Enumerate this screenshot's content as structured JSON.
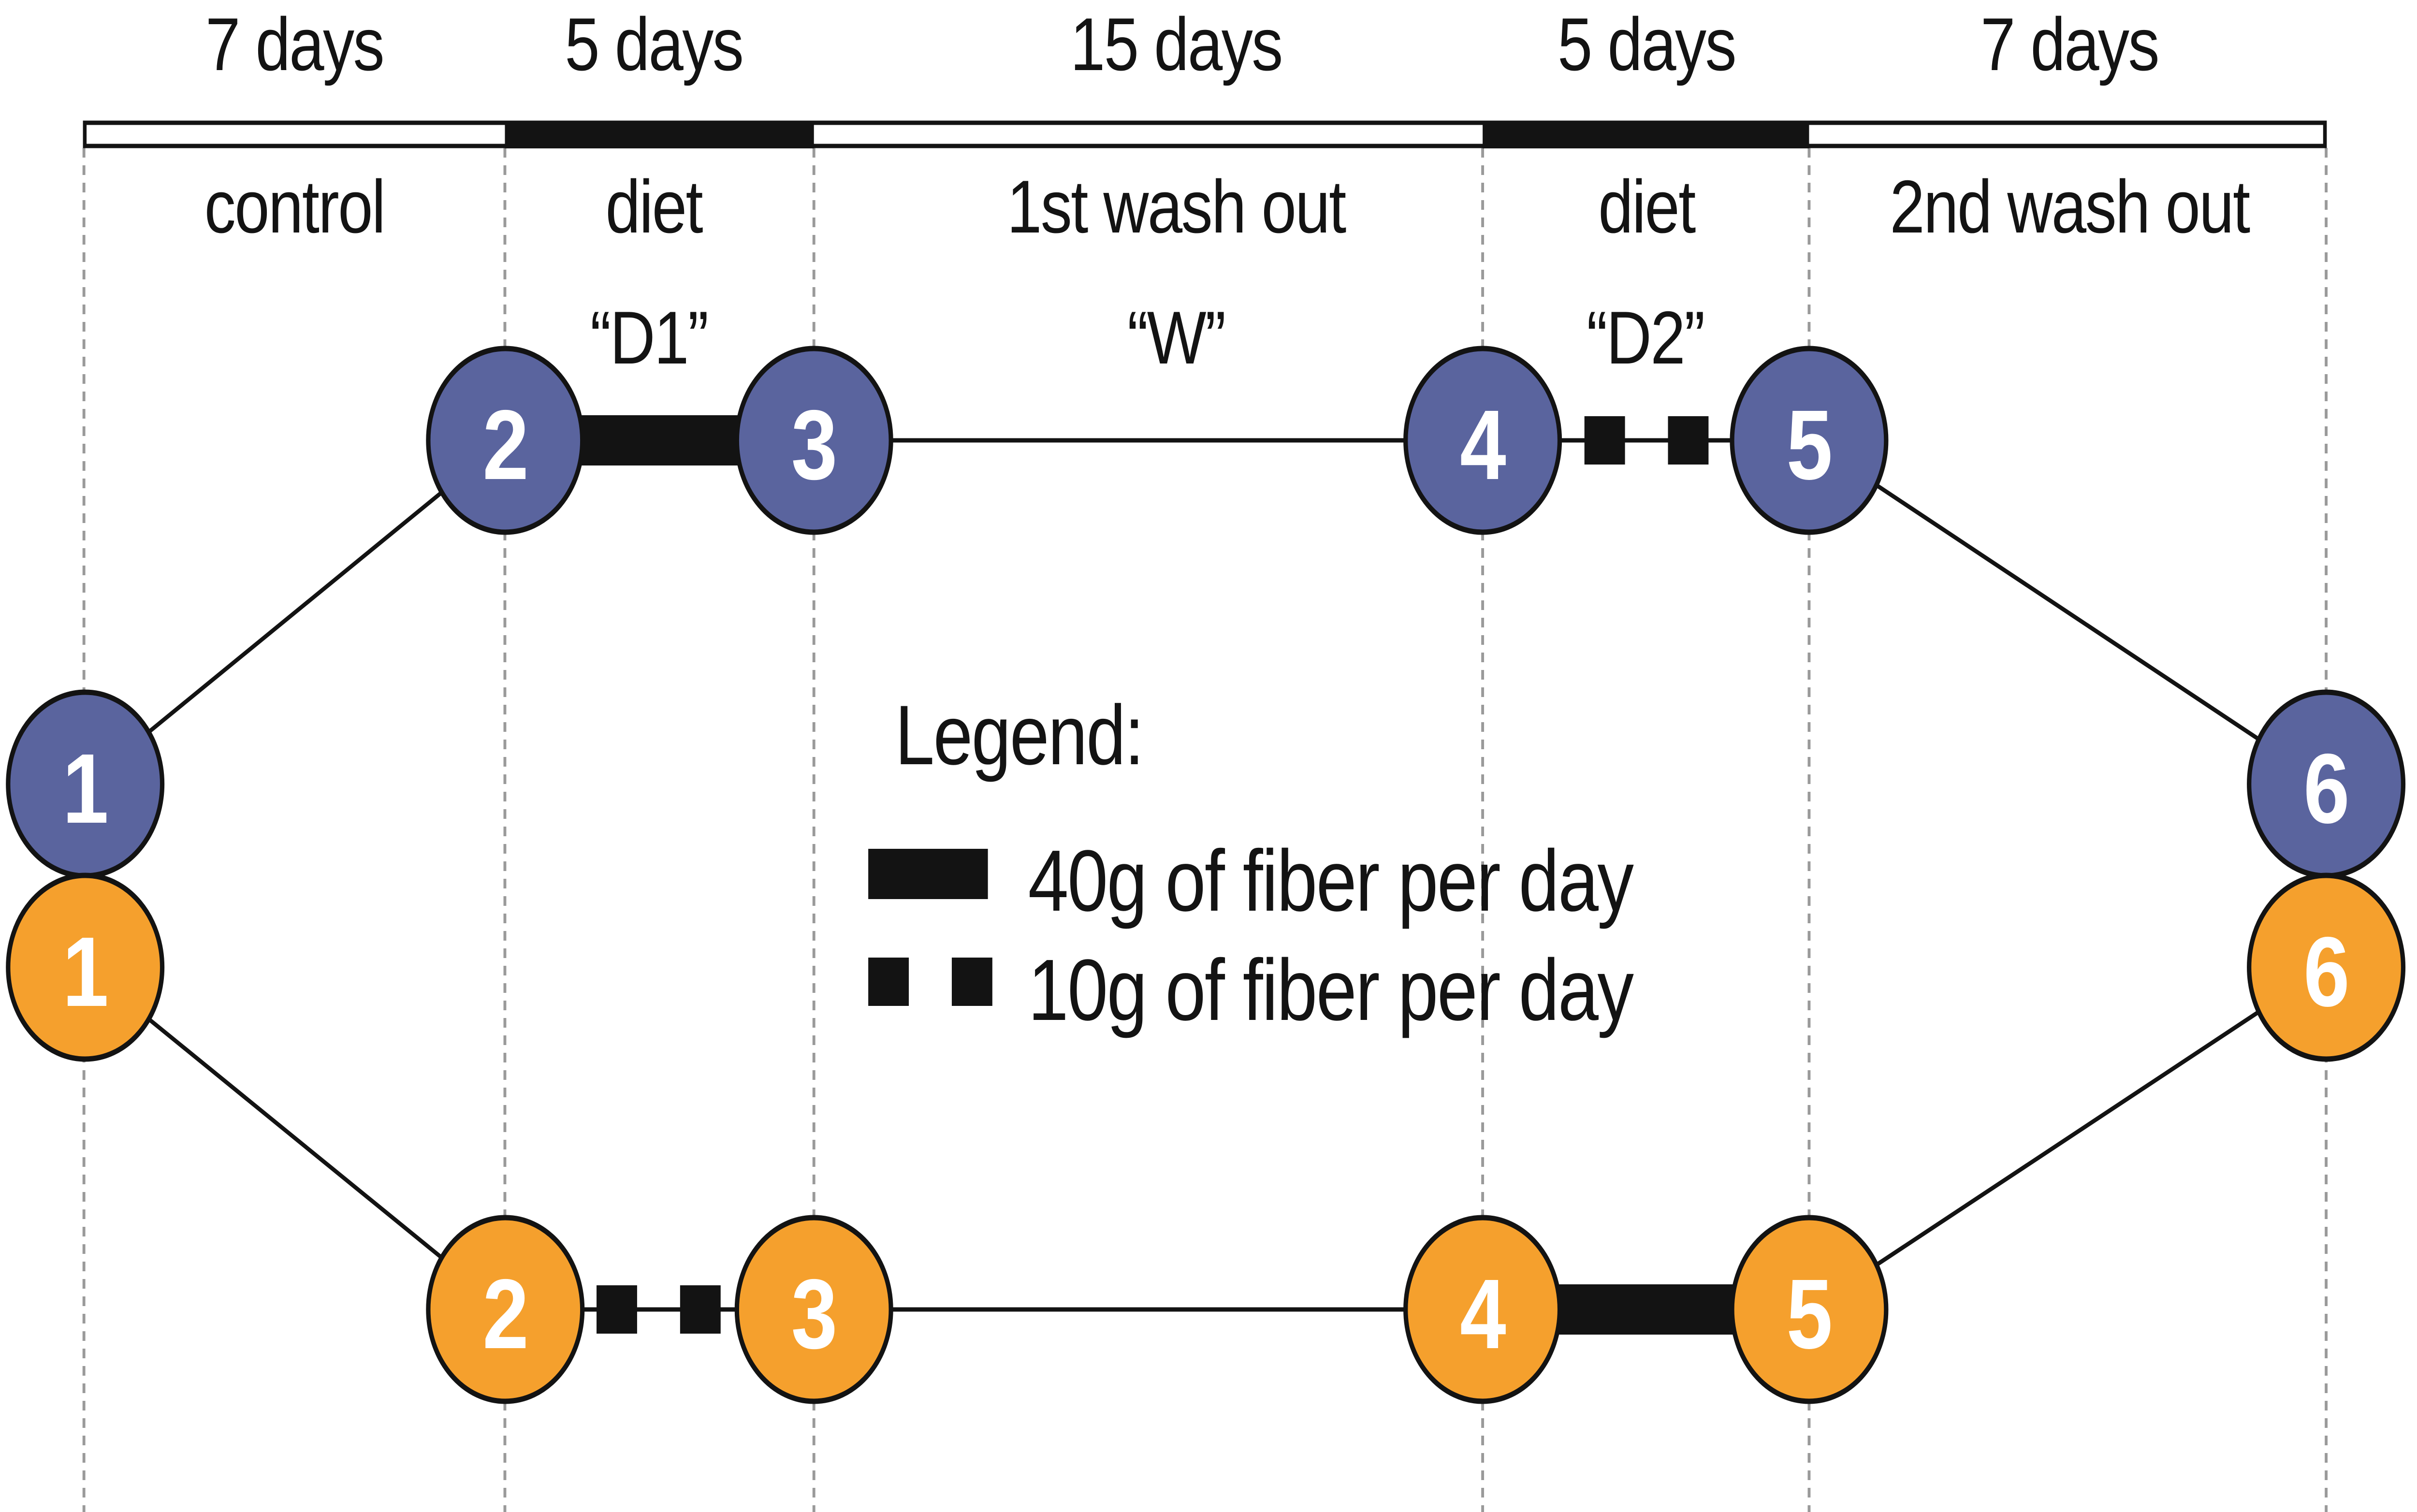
{
  "timeline": {
    "periods": [
      {
        "duration": "7 days",
        "phase": "control",
        "code": ""
      },
      {
        "duration": "5 days",
        "phase": "diet",
        "code": "“D1”"
      },
      {
        "duration": "15 days",
        "phase": "1st wash out",
        "code": "“W”"
      },
      {
        "duration": "5 days",
        "phase": "diet",
        "code": "“D2”"
      },
      {
        "duration": "7 days",
        "phase": "2nd wash out",
        "code": ""
      }
    ]
  },
  "legend": {
    "title": "Legend:",
    "items": [
      {
        "label": "40g of fiber per day",
        "swatch": "solid-bar"
      },
      {
        "label": "10g of fiber per day",
        "swatch": "two-squares"
      }
    ]
  },
  "arms": {
    "blue": {
      "color": "#5A649E",
      "nodes": [
        "1",
        "2",
        "3",
        "4",
        "5",
        "6"
      ]
    },
    "orange": {
      "color": "#F5A02D",
      "nodes": [
        "1",
        "2",
        "3",
        "4",
        "5",
        "6"
      ]
    }
  },
  "styles": {
    "line_color": "#131313",
    "gridline_color": "#9A9A9A",
    "number_color": "#FFFFFF",
    "bar_fill": "#FFFFFF"
  }
}
